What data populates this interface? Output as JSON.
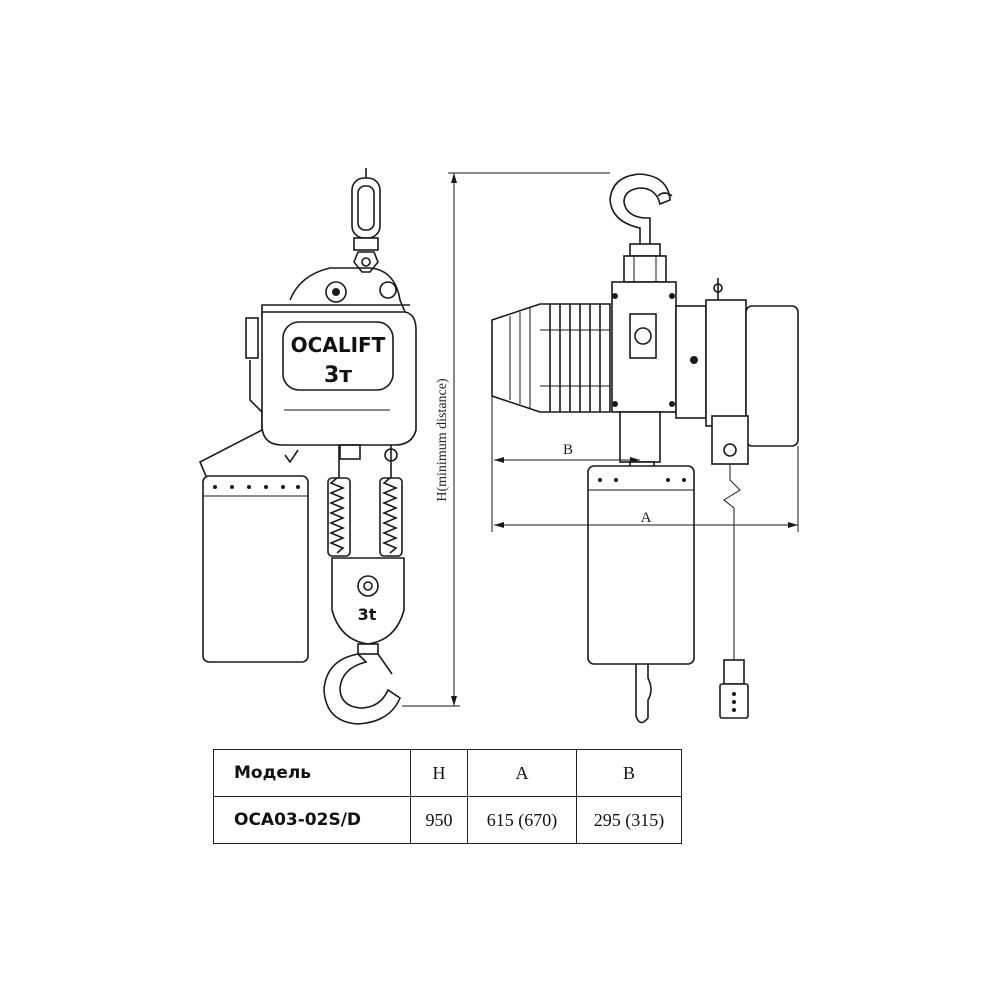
{
  "drawing": {
    "brand": "OCALIFT",
    "capacity_body": "3т",
    "capacity_hook": "3t",
    "dim_h": "H(minimum distance)",
    "dim_a": "A",
    "dim_b": "B"
  },
  "table": {
    "headers": [
      "Модель",
      "H",
      "A",
      "B"
    ],
    "rows": [
      [
        "OCA03-02S/D",
        "950",
        "615 (670)",
        "295 (315)"
      ]
    ]
  }
}
